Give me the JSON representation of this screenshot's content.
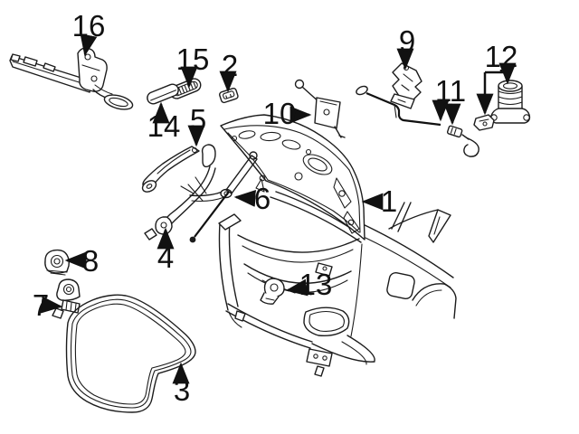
{
  "diagram": {
    "type": "exploded-parts-diagram",
    "subject": "Trunk lid, hinges, seal, latch and lock components line drawing",
    "background_color": "#ffffff",
    "line_color": "#1c1c1c",
    "callouts": {
      "c1": {
        "number": "1"
      },
      "c2": {
        "number": "2"
      },
      "c3": {
        "number": "3"
      },
      "c4": {
        "number": "4"
      },
      "c5": {
        "number": "5"
      },
      "c6": {
        "number": "6"
      },
      "c7": {
        "number": "7"
      },
      "c8": {
        "number": "8"
      },
      "c9": {
        "number": "9"
      },
      "c10": {
        "number": "10"
      },
      "c11": {
        "number": "11"
      },
      "c12": {
        "number": "12"
      },
      "c13": {
        "number": "13"
      },
      "c14": {
        "number": "14"
      },
      "c15": {
        "number": "15"
      },
      "c16": {
        "number": "16"
      }
    }
  }
}
